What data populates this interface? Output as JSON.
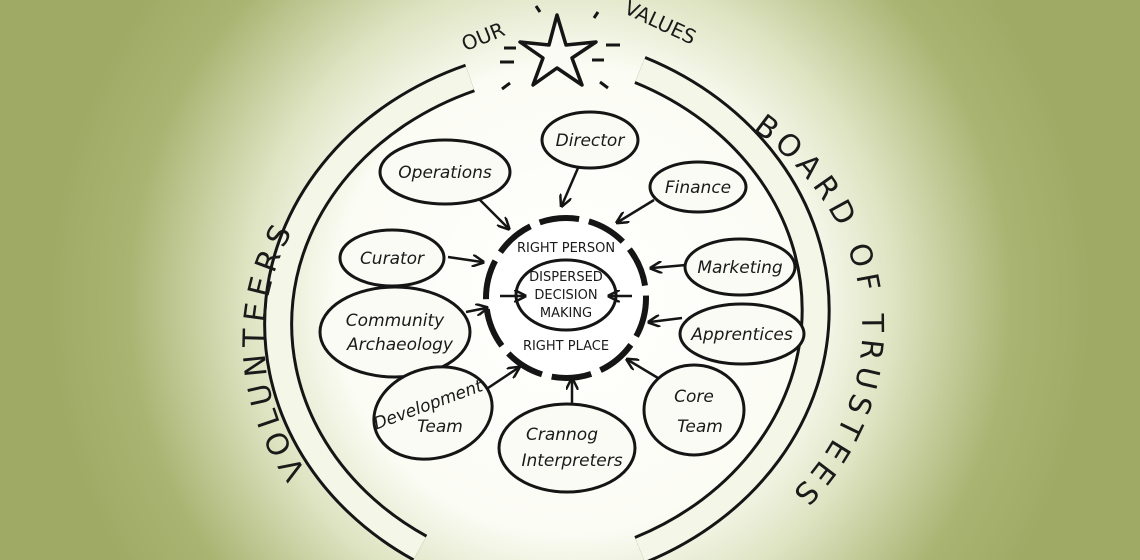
{
  "header": {
    "left": "OUR",
    "right": "VALUES"
  },
  "bands": {
    "left": "VOLUNTEERS",
    "right": "BOARD OF TRUSTEES"
  },
  "center": {
    "top": "RIGHT PERSON",
    "line1": "DISPERSED",
    "line2": "DECISION",
    "line3": "MAKING",
    "bottom": "RIGHT PLACE"
  },
  "roles": {
    "operations": "Operations",
    "director": "Director",
    "finance": "Finance",
    "curator": "Curator",
    "marketing": "Marketing",
    "community1": "Community",
    "community2": "Archaeology",
    "apprentices": "Apprentices",
    "development1": "Development",
    "development2": "Team",
    "core1": "Core",
    "core2": "Team",
    "crannog1": "Crannog",
    "crannog2": "Interpreters"
  },
  "colors": {
    "background": "#a3af6a",
    "paper": "#fbfbf5",
    "ink": "#151515"
  }
}
